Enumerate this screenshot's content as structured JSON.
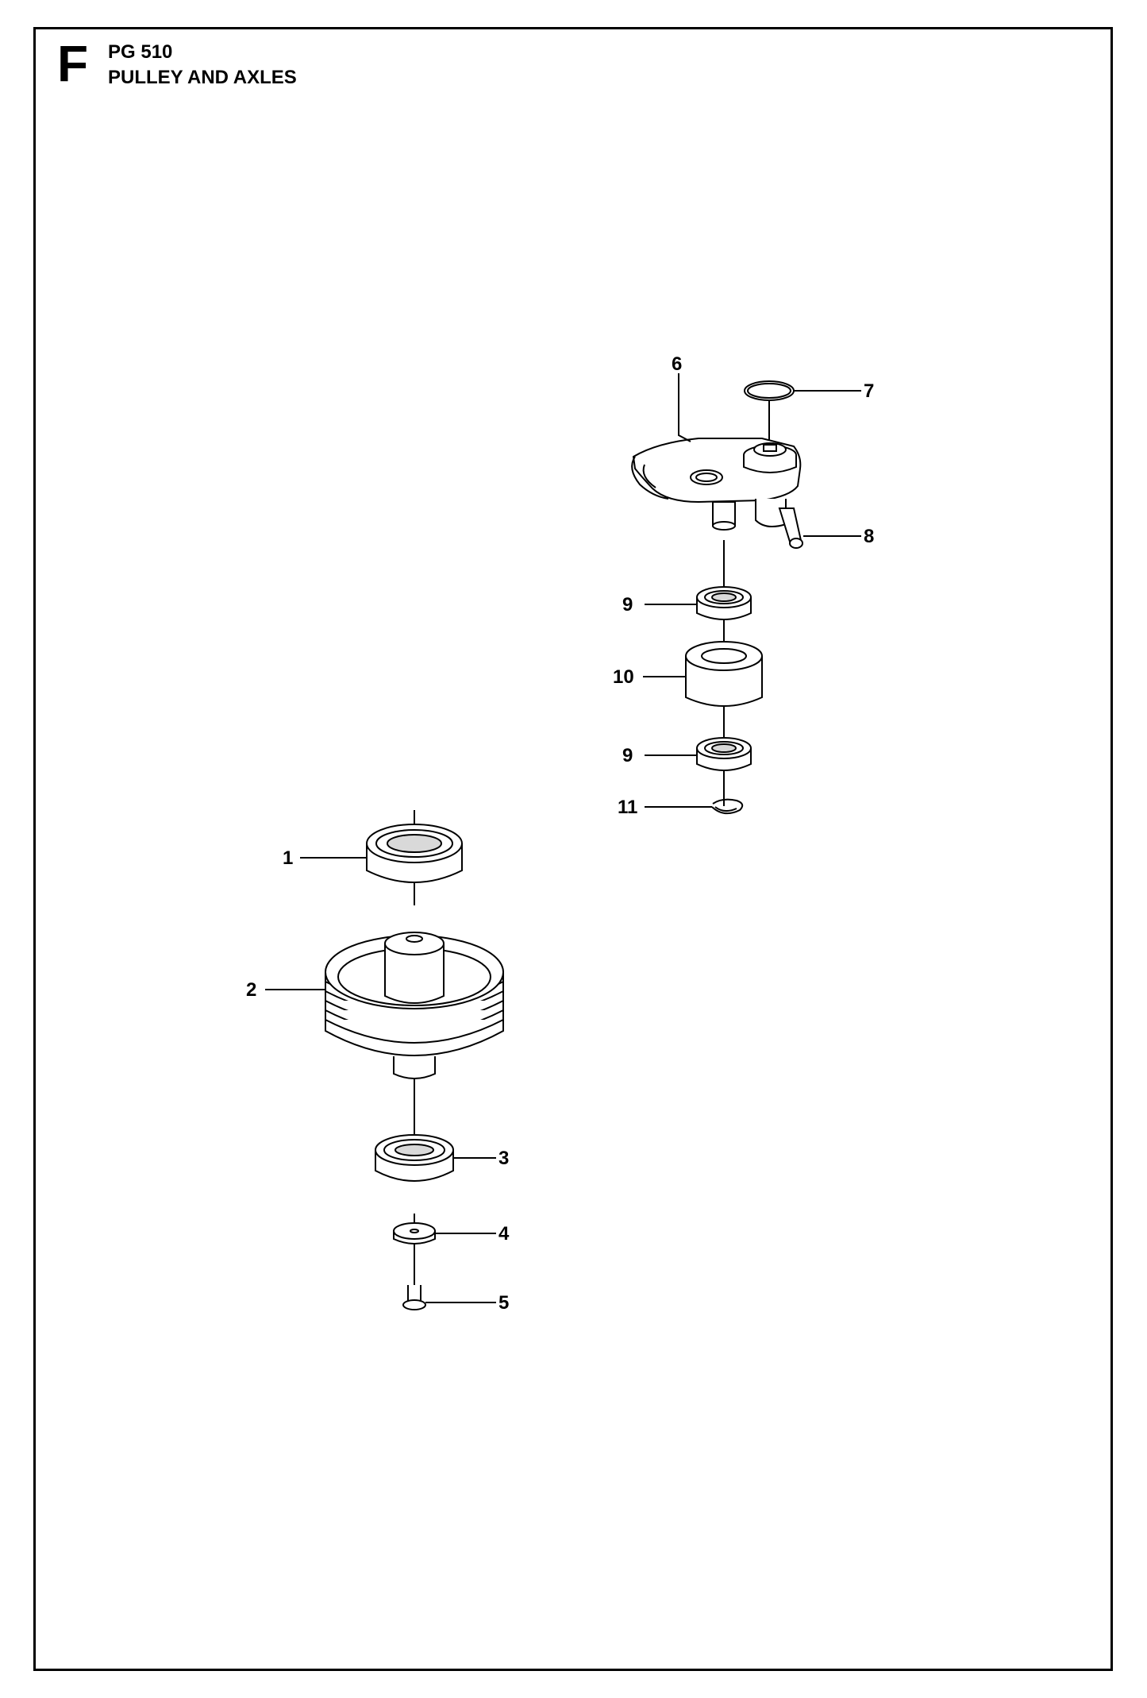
{
  "header": {
    "section_letter": "F",
    "page_code": "PG 510",
    "title": "PULLEY AND AXLES"
  },
  "callouts": {
    "c1": "1",
    "c2": "2",
    "c3": "3",
    "c4": "4",
    "c5": "5",
    "c6": "6",
    "c7": "7",
    "c8": "8",
    "c9a": "9",
    "c9b": "9",
    "c10": "10",
    "c11": "11"
  },
  "colors": {
    "ink": "#000000",
    "paper": "#ffffff",
    "shade": "#d9d9d9"
  }
}
